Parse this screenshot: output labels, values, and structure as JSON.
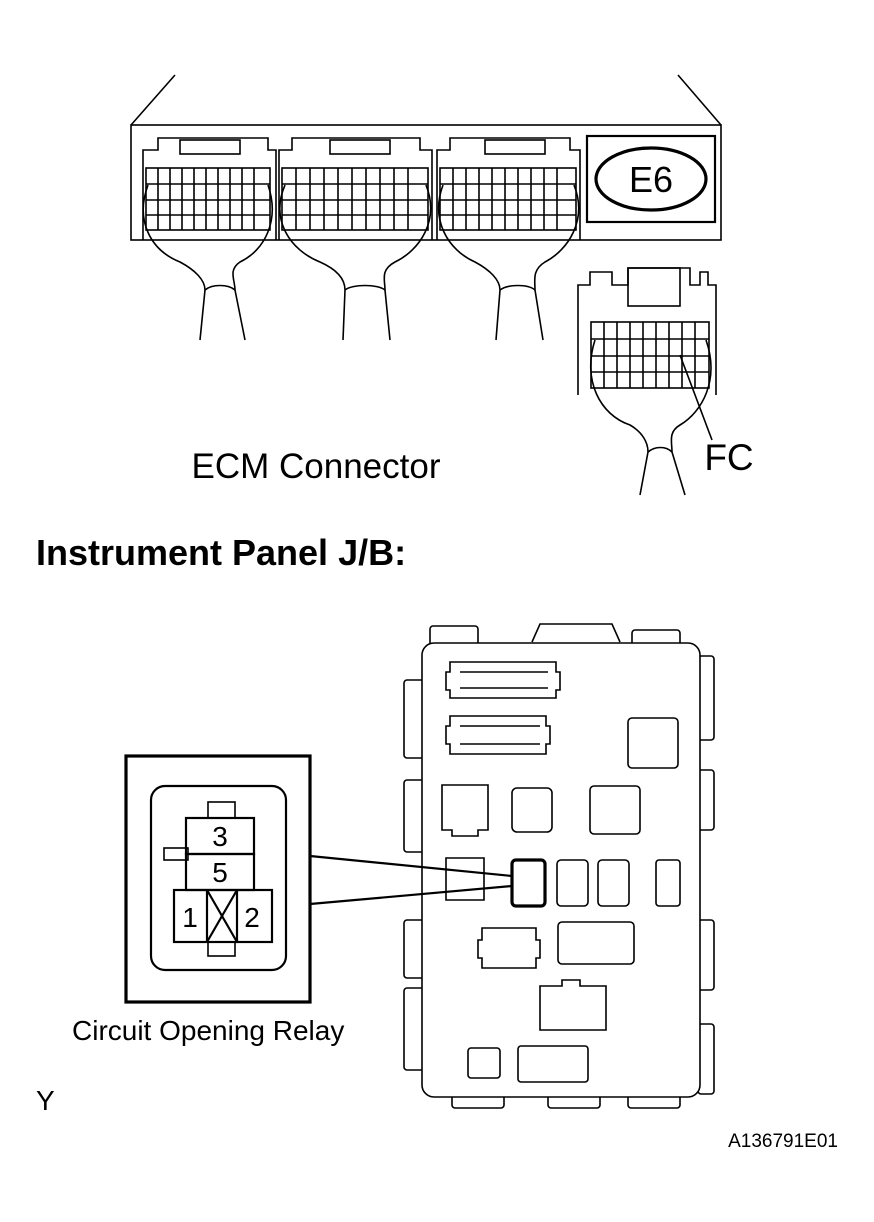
{
  "labels": {
    "ecm_connector": "ECM Connector",
    "e6": "E6",
    "fc": "FC",
    "jb_title": "Instrument Panel J/B:",
    "relay_name": "Circuit Opening Relay",
    "corner_letter": "Y",
    "figure_id": "A136791E01"
  },
  "relay_pins": {
    "pin3": "3",
    "pin5": "5",
    "pin1": "1",
    "pin2": "2"
  }
}
